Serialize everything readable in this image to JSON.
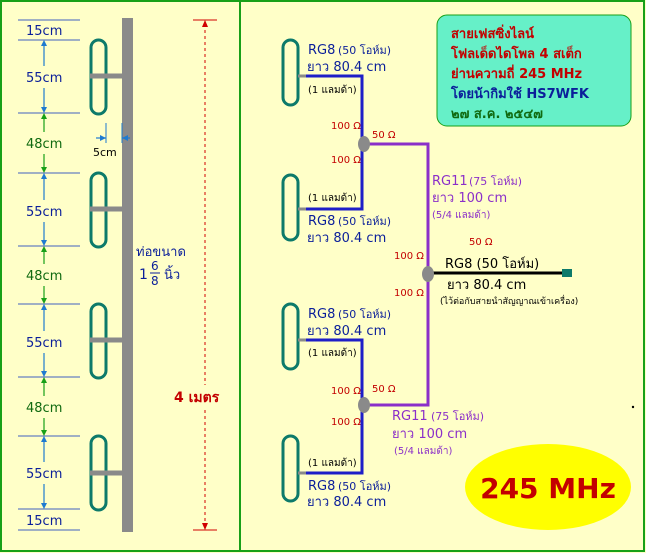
{
  "colors": {
    "background": "#ffffc8",
    "border": "#18a018",
    "element": "#0d7a6a",
    "mast": "#8a8a8a",
    "rg8": "#1e1ec8",
    "rg11": "#8b2fc9",
    "dimension": "#1e7ad0",
    "accent_red": "#d00000",
    "info_box": "#66f0c8",
    "badge": "#ffff00"
  },
  "info_box": {
    "line1": "สายเฟสซิ่งไลน์",
    "line2": "โฟลเด็ดไดโพล 4 สเต็ก",
    "line3": "ย่านความถี่ 245 MHz",
    "line4": "โดยน้ากิมใช้ HS7WFK",
    "line5": "๒๗ ส.ค. ๒๕๔๗"
  },
  "badge": {
    "text": "245 MHz"
  },
  "left_panel": {
    "dims_top": "15cm",
    "dims_55": "55cm",
    "dims_48": "48cm",
    "dims_bottom": "15cm",
    "gap_label": "5cm",
    "pipe_label": "ท่อขนาด",
    "pipe_size_whole": "1",
    "pipe_size_num": "6",
    "pipe_size_den": "8",
    "pipe_unit": "นิ้ว",
    "height_label": "4 เมตร"
  },
  "feed": {
    "rg8_type": "RG8",
    "rg8_imp": "(50 โอห์ม)",
    "rg8_len": "ยาว 80.4 cm",
    "one_lambda": "(1 แลมด้า)",
    "rg11_type": "RG11",
    "rg11_imp": "(75 โอห์ม)",
    "rg11_len": "ยาว 100 cm",
    "five_quarter": "(5/4 แลมด้า)",
    "ohm100": "100 Ω",
    "ohm50": "50 Ω",
    "main_cable": "RG8 (50 โอห์ม)",
    "main_len": "ยาว 80.4 cm",
    "main_note": "(ไว้ต่อกับสายนำสัญญาณเข้าเครื่อง)"
  }
}
